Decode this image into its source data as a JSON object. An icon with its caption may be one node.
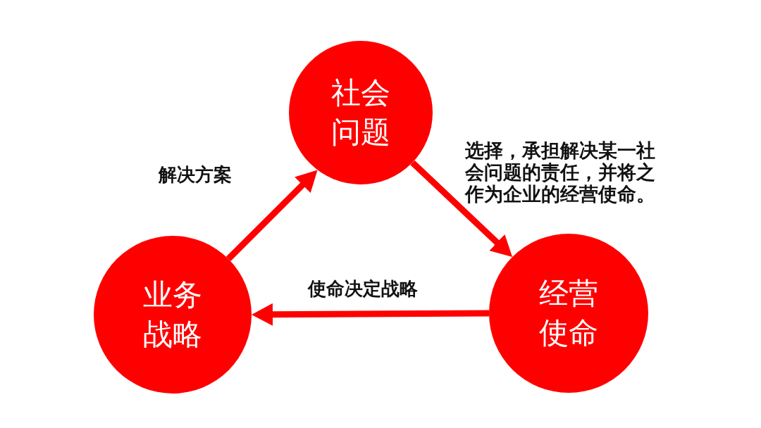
{
  "diagram": {
    "nodes": [
      {
        "text": [
          "社会问题"
        ]
      },
      {
        "text": [
          "业务战略"
        ]
      },
      {
        "text": [
          "经营使命"
        ]
      }
    ],
    "edges": [
      {
        "from": 1,
        "to": 0,
        "arrow": "to",
        "label": "解决方案"
      },
      {
        "from": 0,
        "to": 2,
        "arrow": "to",
        "label": "选择，承担解决某一社会问题的责任，并将之作为企业的经营使命。"
      },
      {
        "from": 2,
        "to": 1,
        "arrow": "to",
        "label": "使命决定战略"
      }
    ]
  }
}
